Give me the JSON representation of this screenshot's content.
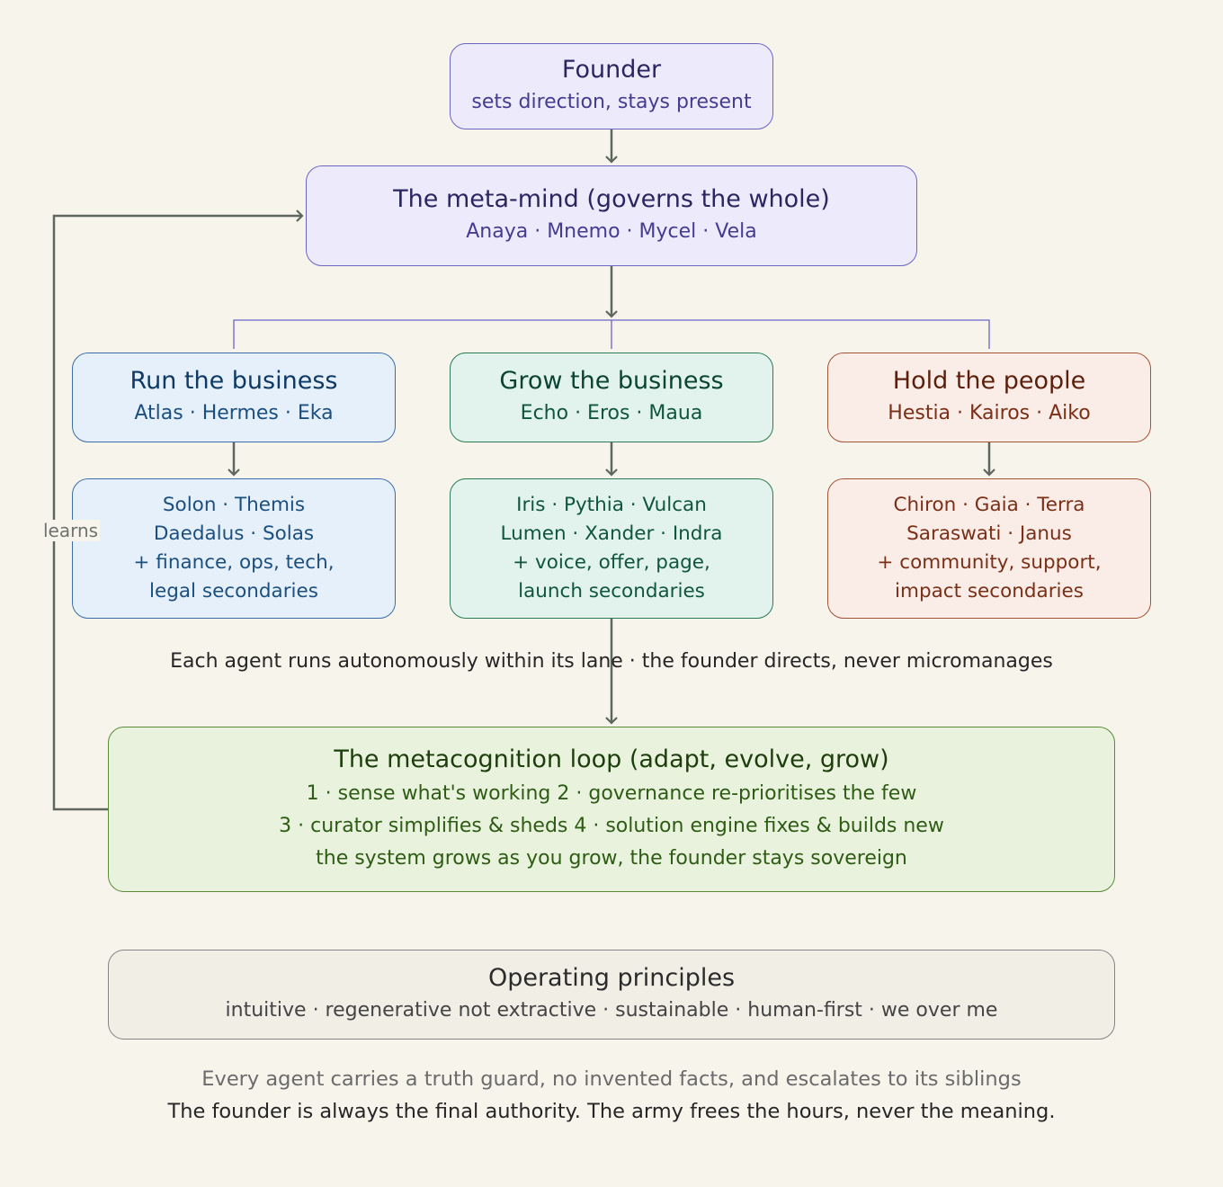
{
  "founder": {
    "title": "Founder",
    "subtitle": "sets direction, stays present"
  },
  "meta_mind": {
    "title": "The meta-mind (governs the whole)",
    "members": "Anaya · Mnemo · Mycel · Vela"
  },
  "lanes": {
    "run": {
      "title": "Run the business",
      "members": "Atlas · Hermes · Eka",
      "secondaries": [
        "Solon · Themis",
        "Daedalus · Solas",
        "+ finance, ops, tech,",
        "legal secondaries"
      ]
    },
    "grow": {
      "title": "Grow the business",
      "members": "Echo · Eros · Maua",
      "secondaries": [
        "Iris · Pythia · Vulcan",
        "Lumen · Xander · Indra",
        "+ voice, offer, page,",
        "launch secondaries"
      ]
    },
    "hold": {
      "title": "Hold the people",
      "members": "Hestia · Kairos · Aiko",
      "secondaries": [
        "Chiron · Gaia · Terra",
        "Saraswati · Janus",
        "+ community, support,",
        "impact secondaries"
      ]
    }
  },
  "lane_note": "Each agent runs autonomously within its lane · the founder directs, never micromanages",
  "loop": {
    "title": "The metacognition loop (adapt, evolve, grow)",
    "lines": [
      "1 · sense what's working 2 · governance re-prioritises the few",
      "3 · curator simplifies & sheds 4 · solution engine fixes & builds new",
      "the system grows as you grow, the founder stays sovereign"
    ]
  },
  "feedback_label": "learns",
  "principles": {
    "title": "Operating principles",
    "items": "intuitive · regenerative not extractive · sustainable · human-first · we over me"
  },
  "footer": {
    "line1": "Every agent carries a truth guard, no invented facts, and escalates to its siblings",
    "line2": "The founder is always the final authority. The army frees the hours, never the meaning."
  },
  "colors": {
    "background": "#f7f4ec",
    "meta": "#6d64c7",
    "run": "#3b6ea8",
    "grow": "#2c7a58",
    "hold": "#a35337",
    "loop": "#5b8a37",
    "arrow": "#5e665e"
  }
}
